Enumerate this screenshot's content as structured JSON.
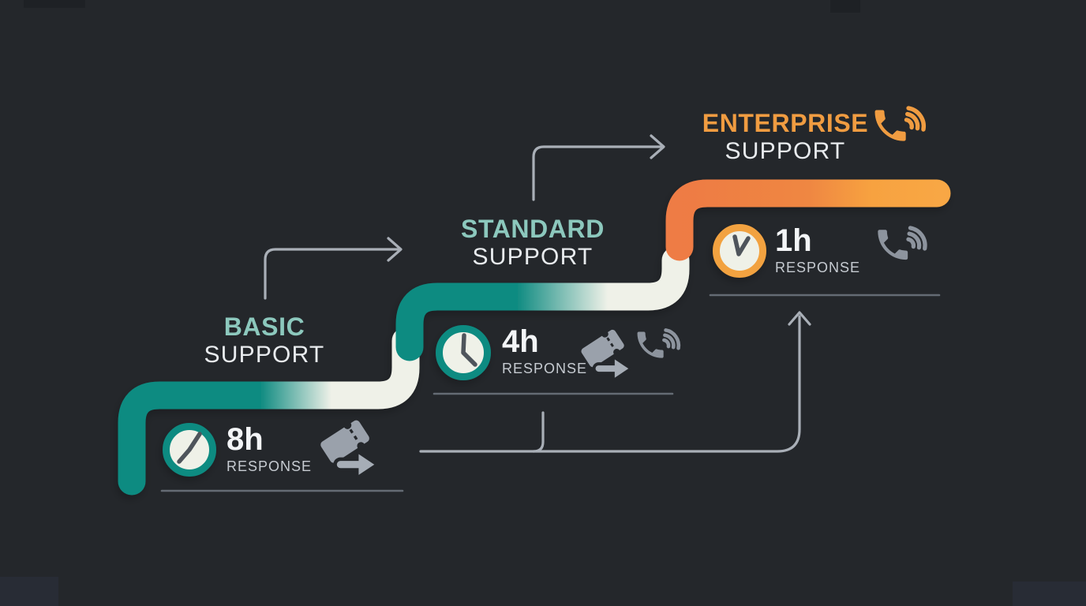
{
  "infographic": {
    "theme": "support-tier-staircase",
    "colors": {
      "background": "#24272b",
      "teal": "#0f8b81",
      "teal_light": "#8cc8bd",
      "cream": "#eff1e8",
      "orange": "#f6a041",
      "orange_deep": "#ee7b44",
      "icon_gray": "#9aa1ab",
      "text_gray": "#c6cbd1",
      "connector_gray": "#a9afb7",
      "divider_gray": "#646b74"
    },
    "icons": {
      "ticket_arrow": "ticket-with-arrow (escalation via ticket)",
      "phone": "phone-handset-with-sound-waves",
      "clock": "clock-face"
    }
  },
  "tiers": [
    {
      "id": "basic",
      "title": "BASIC",
      "subtitle": "SUPPORT",
      "response_time": "8h",
      "response_label": "RESPONSE",
      "channels": [
        "ticket-arrow-icon"
      ],
      "accent": "#0f8b81"
    },
    {
      "id": "standard",
      "title": "STANDARD",
      "subtitle": "SUPPORT",
      "response_time": "4h",
      "response_label": "RESPONSE",
      "channels": [
        "ticket-arrow-icon",
        "phone-icon"
      ],
      "accent": "#0f8b81"
    },
    {
      "id": "enterprise",
      "title": "ENTERPRISE",
      "subtitle": "SUPPORT",
      "response_time": "1h",
      "response_label": "RESPONSE",
      "channels": [
        "phone-icon"
      ],
      "accent": "#f6a041"
    }
  ]
}
